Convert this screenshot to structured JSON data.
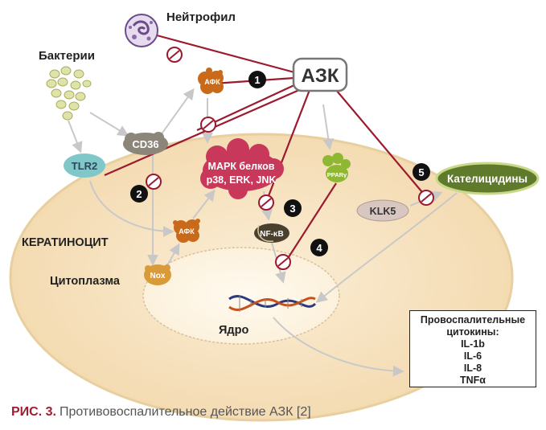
{
  "labels": {
    "neutrophil": "Нейтрофил",
    "bacteria": "Бактерии",
    "azk": "АЗК",
    "afk_top": "АФК",
    "cd36": "CD36",
    "tlr2": "TLR2",
    "mapk_line1": "МАРК белков",
    "mapk_line2": "p38, ERK, JNK",
    "ppar": "PPARγ",
    "cathelicidins": "Кателицидины",
    "klk5": "KLK5",
    "nfkb": "NF-κB",
    "afk_mid": "АФК",
    "keratinocyte": "КЕРАТИНОЦИТ",
    "cytoplasm": "Цитоплазма",
    "nox": "Nox",
    "nucleus": "Ядро"
  },
  "steps": [
    "1",
    "2",
    "3",
    "4",
    "5"
  ],
  "cytokines": {
    "title_line1": "Провоспалительные",
    "title_line2": "цитокины:",
    "items": [
      "IL-1b",
      "IL-6",
      "IL-8",
      "TNFα"
    ]
  },
  "caption": {
    "label": "РИС. 3.",
    "text": "Противовоспалительное действие АЗК [2]"
  },
  "colors": {
    "inhibition": "#9b1a2e",
    "mapk": "#c8385a",
    "afk": "#c96a1a",
    "cd36": "#8c857a",
    "tlr2": "#7fc7c8",
    "ppar": "#8fb832",
    "cathelicidins": "#5e7a2a",
    "bacteria": "#d9dea0",
    "cell_fill": "#f7e4c4",
    "neutrophil": "#8a6aa8"
  }
}
